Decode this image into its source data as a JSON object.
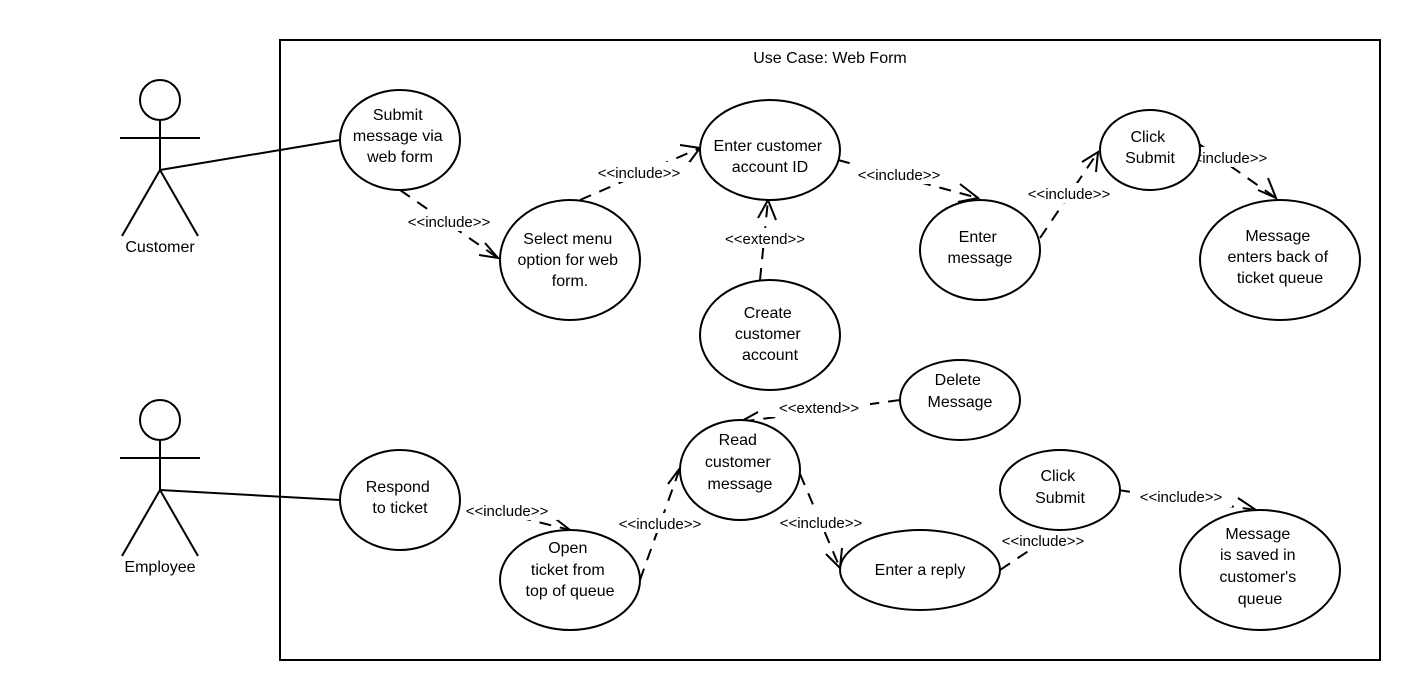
{
  "system": {
    "title": "Use Case: Web Form"
  },
  "actors": {
    "customer": "Customer",
    "employee": "Employee"
  },
  "use_cases": {
    "submit_message": [
      "Submit",
      "message via",
      "web form"
    ],
    "select_menu": [
      "Select menu",
      "option for web",
      "form."
    ],
    "enter_account_id": [
      "Enter customer",
      "account ID"
    ],
    "create_account": [
      "Create",
      "customer",
      "account"
    ],
    "enter_message": [
      "Enter",
      "message"
    ],
    "click_submit_top": [
      "Click",
      "Submit"
    ],
    "message_enters_queue": [
      "Message",
      "enters back of",
      "ticket queue"
    ],
    "delete_message": [
      "Delete",
      "Message"
    ],
    "read_message": [
      "Read",
      "customer",
      "message"
    ],
    "respond_ticket": [
      "Respond",
      "to ticket"
    ],
    "open_ticket": [
      "Open",
      "ticket from",
      "top of queue"
    ],
    "enter_reply": [
      "Enter a reply"
    ],
    "click_submit_bottom": [
      "Click",
      "Submit"
    ],
    "message_saved": [
      "Message",
      "is saved in",
      "customer's",
      "queue"
    ]
  },
  "relations": {
    "include": "<<include>>",
    "extend": "<<extend>>"
  }
}
